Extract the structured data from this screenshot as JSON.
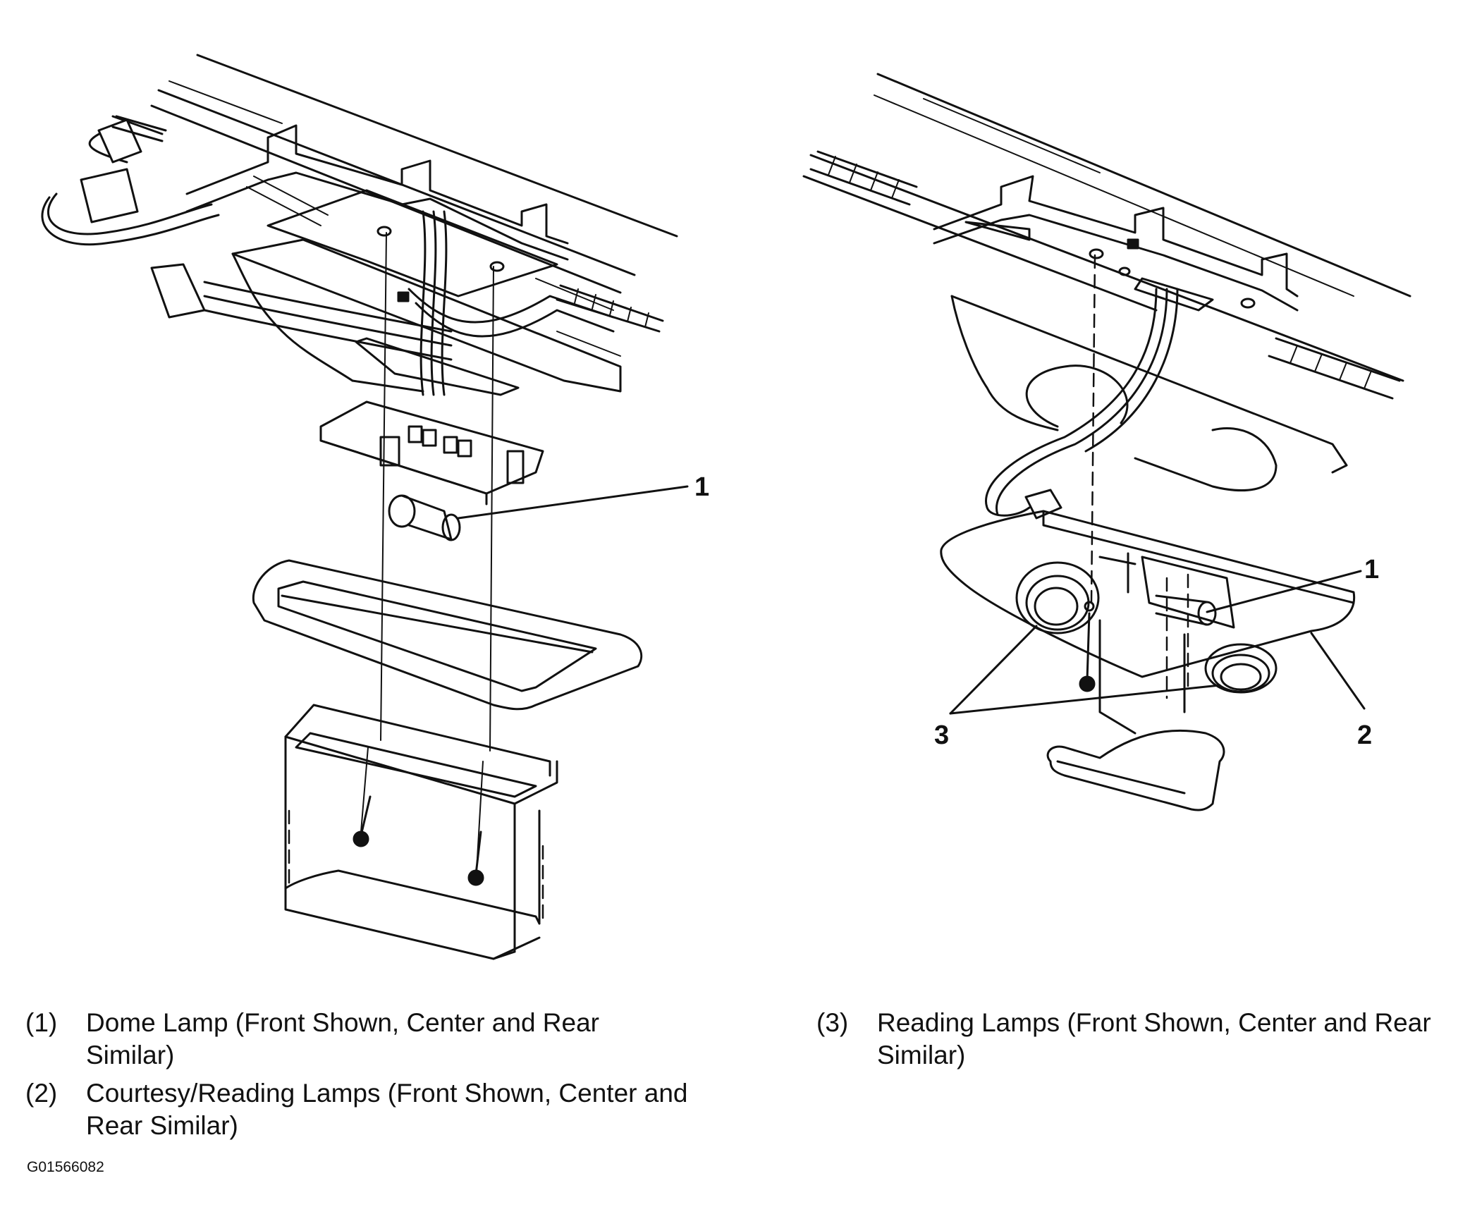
{
  "figure": {
    "callouts": {
      "left_1": "1",
      "right_1": "1",
      "right_2": "2",
      "right_3": "3"
    },
    "legend_left": [
      {
        "num": "(1)",
        "text": "Dome Lamp (Front Shown, Center and Rear Similar)"
      },
      {
        "num": "(2)",
        "text": "Courtesy/Reading Lamps (Front Shown, Center and Rear Similar)"
      }
    ],
    "legend_right": [
      {
        "num": "(3)",
        "text": "Reading Lamps (Front Shown, Center and Rear Similar)"
      }
    ],
    "figure_id": "G01566082"
  }
}
